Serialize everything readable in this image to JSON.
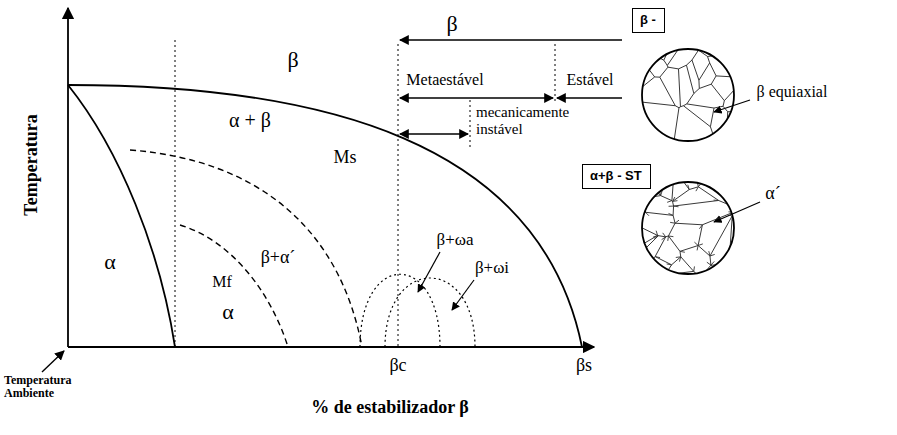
{
  "diagram": {
    "nodes": [
      {
        "text": [
          "β -"
        ]
      },
      {
        "text": [
          "α+β - ST"
        ]
      }
    ],
    "labels": [
      "Temperatura",
      "β",
      "α + β",
      "Ms",
      "Mf",
      "α",
      "α",
      "β+α´",
      "β+ωa",
      "β+ωi",
      "βc",
      "βs",
      "% de estabilizador β",
      "Temperatura Ambiente",
      "β",
      "Metaestável",
      "Estável",
      "mecanicamente instável",
      "β equiaxial",
      "α´"
    ]
  }
}
